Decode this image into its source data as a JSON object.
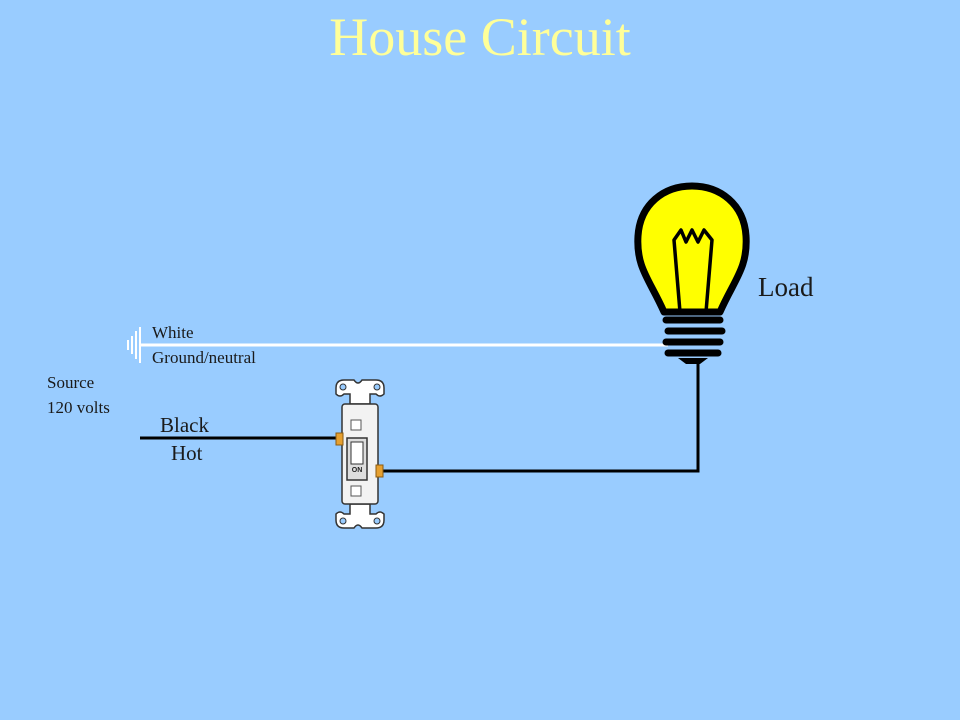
{
  "title": "House Circuit",
  "labels": {
    "load": "Load",
    "white": "White",
    "ground_neutral": "Ground/neutral",
    "source": "Source",
    "volts": "120 volts",
    "black": "Black",
    "hot": "Hot",
    "switch_on": "ON"
  },
  "colors": {
    "background": "#99ccff",
    "title": "#ffff99",
    "bulb_glass": "#ffff00",
    "neutral_wire": "#ffffff",
    "hot_wire": "#000000",
    "switch_terminal": "#e6a030"
  }
}
